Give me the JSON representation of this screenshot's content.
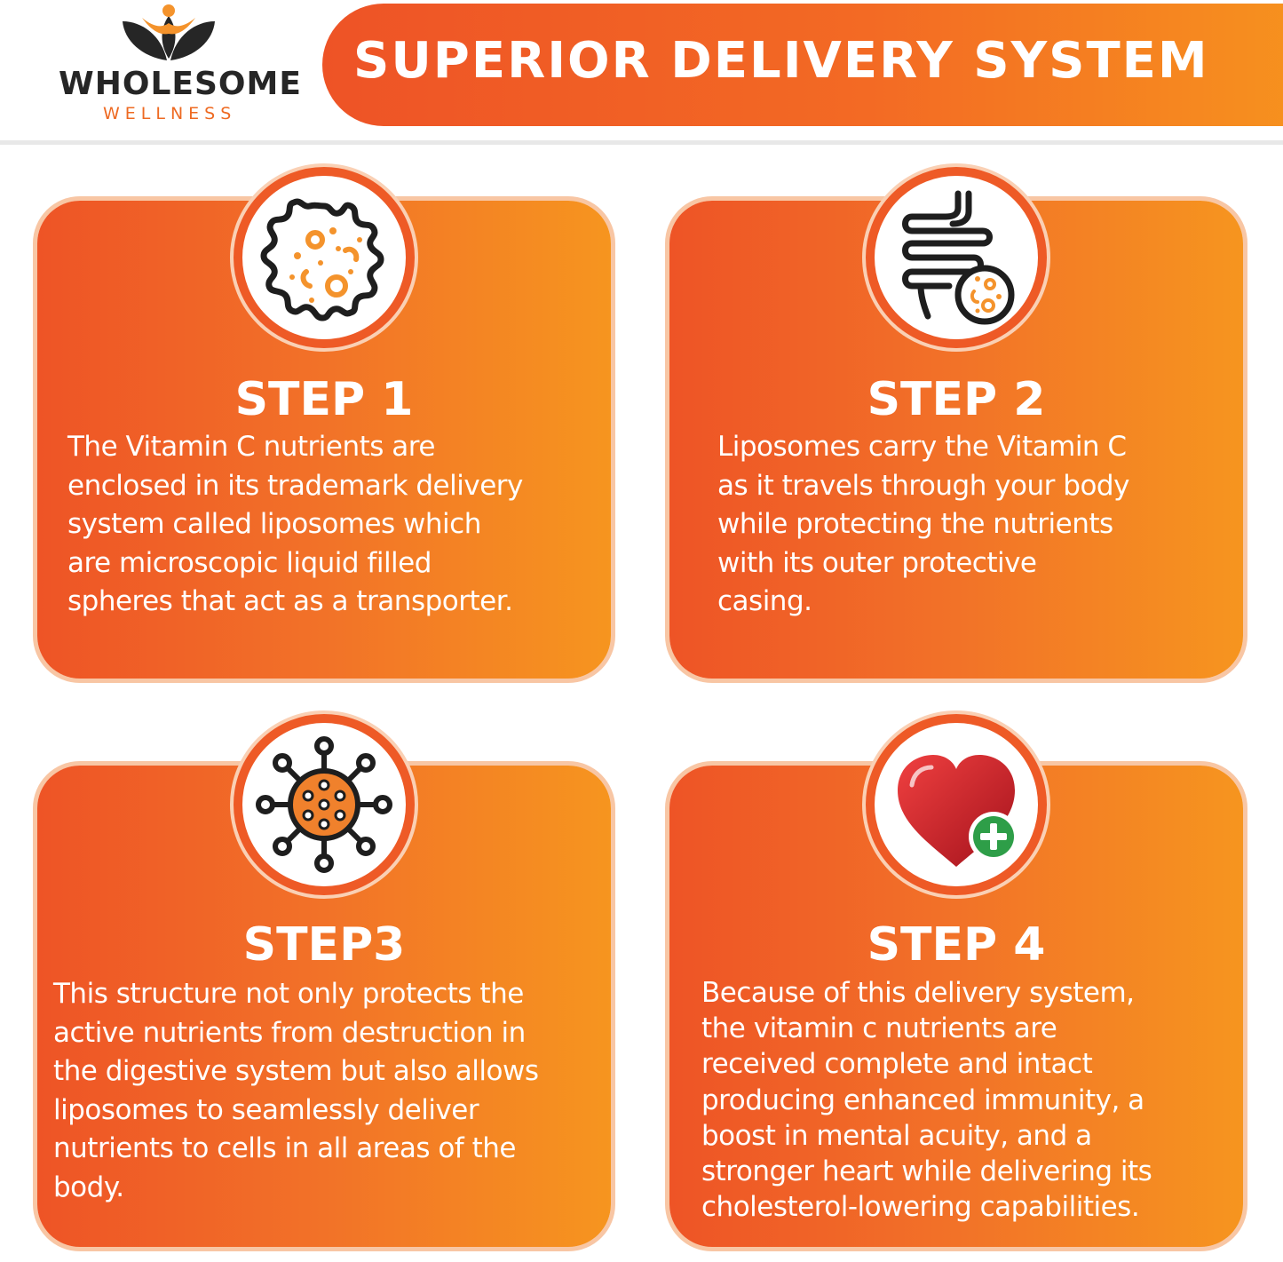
{
  "brand": {
    "name": "WHOLESOME",
    "tagline": "WELLNESS"
  },
  "banner": {
    "title": "SUPERIOR DELIVERY SYSTEM"
  },
  "colors": {
    "accent": "#F26A24",
    "accent_light": "#F7931E",
    "accent_dark": "#EE5326",
    "text_dark": "#262626",
    "heart": "#D6232B",
    "plus_badge": "#2E9E48"
  },
  "steps": [
    {
      "title": "STEP 1",
      "icon": "virus-microbe-icon",
      "body": "The Vitamin C nutrients are\nenclosed in its trademark delivery\nsystem called liposomes which\nare microscopic liquid filled\nspheres that act as a transporter."
    },
    {
      "title": "STEP 2",
      "icon": "intestine-icon",
      "body": "Liposomes carry the Vitamin C\nas it travels through your body\nwhile protecting the nutrients\nwith its outer protective\ncasing."
    },
    {
      "title": "STEP3",
      "icon": "liposome-cell-icon",
      "body": "This structure not only protects the\nactive nutrients from destruction in\nthe digestive system but also allows\nliposomes to seamlessly deliver\nnutrients to cells in all areas of the\nbody."
    },
    {
      "title": "STEP 4",
      "icon": "heart-plus-icon",
      "body": "Because of this delivery system,\nthe vitamin c nutrients are\nreceived complete and intact\nproducing enhanced immunity, a\nboost in mental acuity, and a\nstronger heart while delivering its\ncholesterol-lowering capabilities."
    }
  ]
}
